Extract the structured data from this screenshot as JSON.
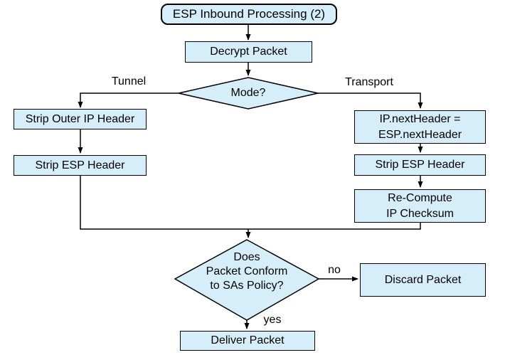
{
  "colors": {
    "node_fill": "#d6eef9",
    "node_border": "#000000",
    "line": "#000000",
    "background": "#ffffff",
    "text": "#000000"
  },
  "nodes": {
    "start": "ESP Inbound Processing (2)",
    "decrypt": "Decrypt Packet",
    "mode": "Mode?",
    "strip_outer": "Strip Outer IP Header",
    "strip_esp_left": "Strip ESP Header",
    "ip_next": "IP.nextHeader =\nESP.nextHeader",
    "strip_esp_right": "Strip ESP Header",
    "recompute": "Re-Compute\nIP Checksum",
    "policy": "Does\nPacket Conform\nto SAs Policy?",
    "discard": "Discard Packet",
    "deliver": "Deliver Packet"
  },
  "edge_labels": {
    "tunnel": "Tunnel",
    "transport": "Transport",
    "no": "no",
    "yes": "yes"
  }
}
